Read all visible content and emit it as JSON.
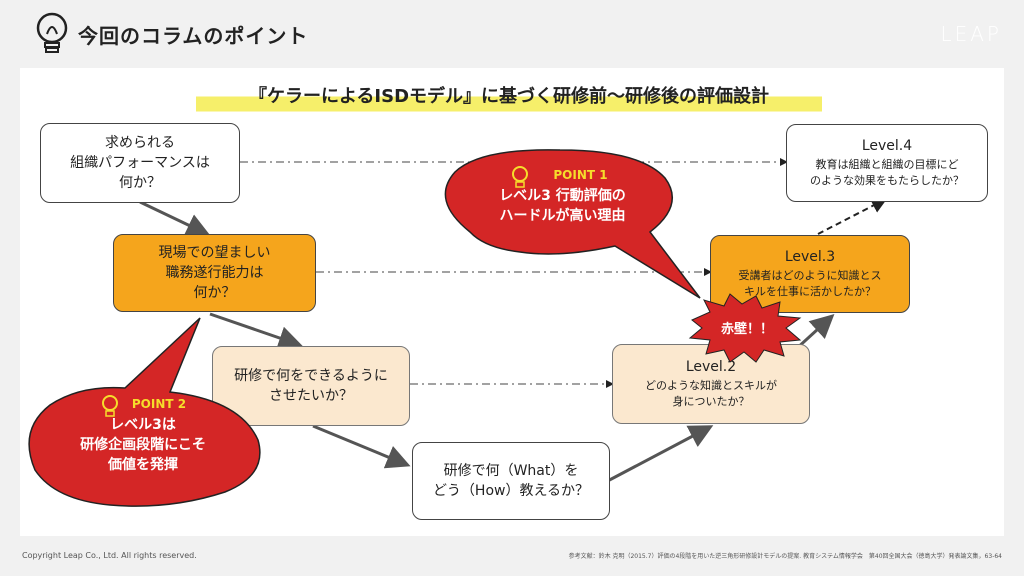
{
  "header": {
    "title": "今回のコラムのポイント",
    "logo": "LEAP"
  },
  "main_title": "『ケラーによるISDモデル』に基づく研修前〜研修後の評価設計",
  "boxes": {
    "org_performance": [
      "求められる",
      "組織パフォーマンスは",
      "何か？"
    ],
    "job_ability": [
      "現場での望ましい",
      "職務遂行能力は",
      "何か？"
    ],
    "training_goal": [
      "研修で何をできるように",
      "させたいか？"
    ],
    "how_teach": [
      "研修で何（What）を",
      "どう（How）教えるか？"
    ],
    "level2": {
      "label": "Level.2",
      "desc": [
        "どのような知識とスキルが",
        "身についたか？"
      ]
    },
    "level3": {
      "label": "Level.3",
      "desc": [
        "受講者はどのように知識とス",
        "キルを仕事に活かしたか？"
      ]
    },
    "level4": {
      "label": "Level.4",
      "desc": [
        "教育は組織と組織の目標にど",
        "のような効果をもたらしたか？"
      ]
    }
  },
  "point1": {
    "label": "POINT 1",
    "lines": [
      "レベル3 行動評価の",
      "ハードルが高い理由"
    ]
  },
  "point2": {
    "label": "POINT 2",
    "lines": [
      "レベル3は",
      "研修企画段階にこそ",
      "価値を発揮"
    ]
  },
  "akakabe": "赤壁！！",
  "footer": {
    "copyright": "Copyright  Leap Co., Ltd.  All rights reserved.",
    "reference": "参考文献：鈴木 克明（2015.7）評価の4段階を用いた逆三角形研修設計モデルの提案. 教育システム情報学会　第40回全国大会（徳島大学）発表論文集，63-64"
  },
  "colors": {
    "orange": "#f5a51c",
    "peach": "#fbe8cf",
    "red": "#d42626",
    "yellow": "#f6ef6a"
  }
}
